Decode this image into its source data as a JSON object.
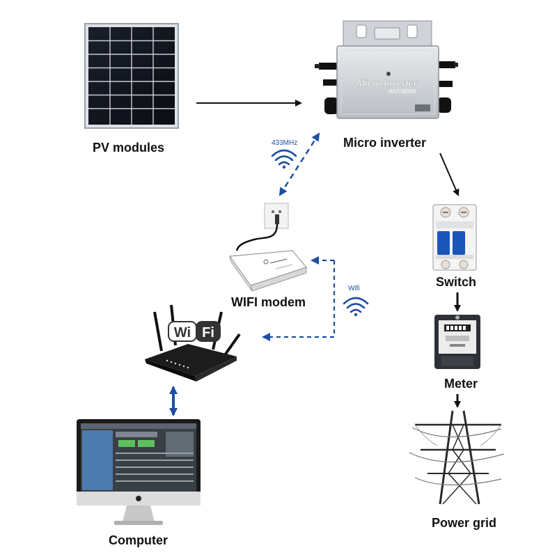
{
  "labels": {
    "pv_modules": "PV modules",
    "micro_inverter": "Micro inverter",
    "wifi_modem": "WIFI modem",
    "switch": "Switch",
    "meter": "Meter",
    "power_grid": "Power grid",
    "computer": "Computer"
  },
  "signals": {
    "rf_band": "433MHz",
    "wifi": "Wifi"
  },
  "device_text": {
    "inverter_brand": "Micro Inverter",
    "inverter_model": "WVC600W",
    "router_badge_left": "Wi",
    "router_badge_right": "Fi"
  },
  "colors": {
    "link_blue": "#1e4fa0",
    "flow_black": "#111111",
    "switch_blue": "#1c55b8"
  }
}
